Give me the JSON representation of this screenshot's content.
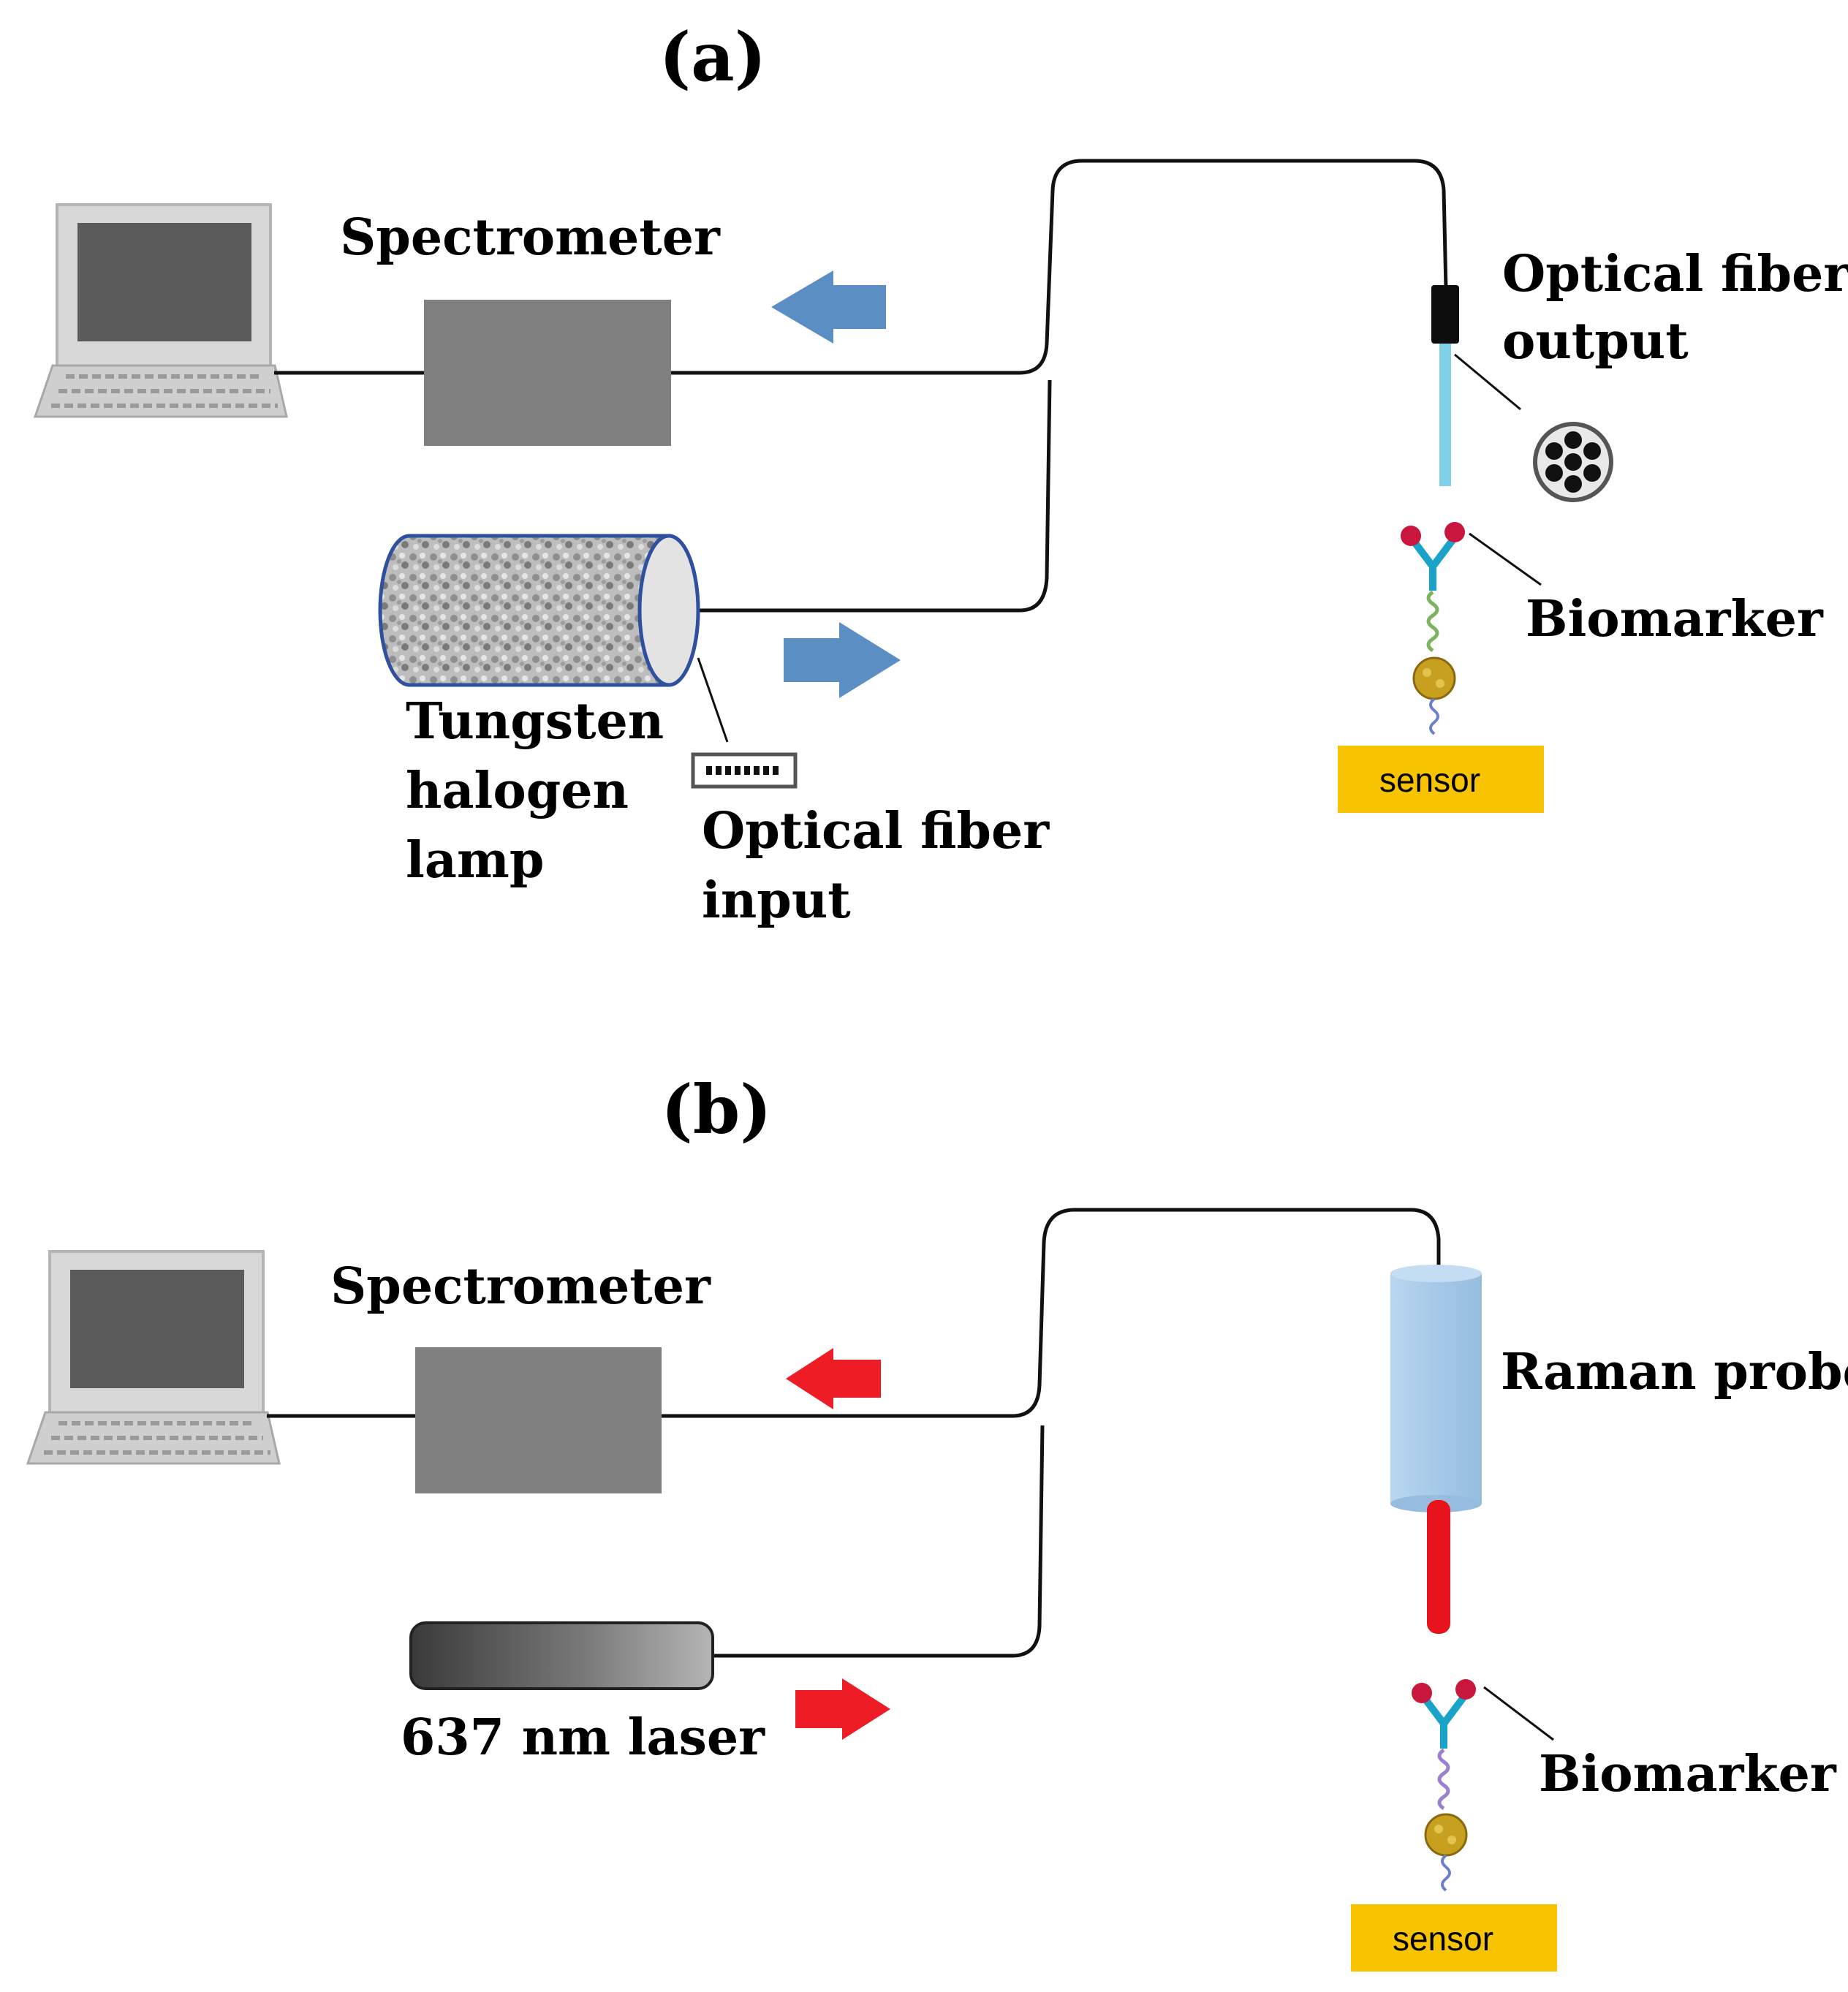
{
  "panel_a": {
    "label": "(a)",
    "spectrometer": "Spectrometer",
    "lamp_line1": "Tungsten",
    "lamp_line2": "halogen",
    "lamp_line3": "lamp",
    "fiber_input_line1": "Optical fiber",
    "fiber_input_line2": "input",
    "fiber_output_line1": "Optical fiber",
    "fiber_output_line2": "output",
    "biomarker": "Biomarker",
    "sensor": "sensor",
    "arrow_color": "#5b8fc4"
  },
  "panel_b": {
    "label": "(b)",
    "spectrometer": "Spectrometer",
    "laser": "637 nm laser",
    "probe": "Raman probe",
    "biomarker": "Biomarker",
    "sensor": "sensor",
    "arrow_color": "#ee1c24"
  },
  "colors": {
    "spectrometer": "#808080",
    "sensor": "#f8c300",
    "probe": "#a9cbe9",
    "fiber_output": "#7fd1ea",
    "laser_beam": "#e8141c"
  }
}
